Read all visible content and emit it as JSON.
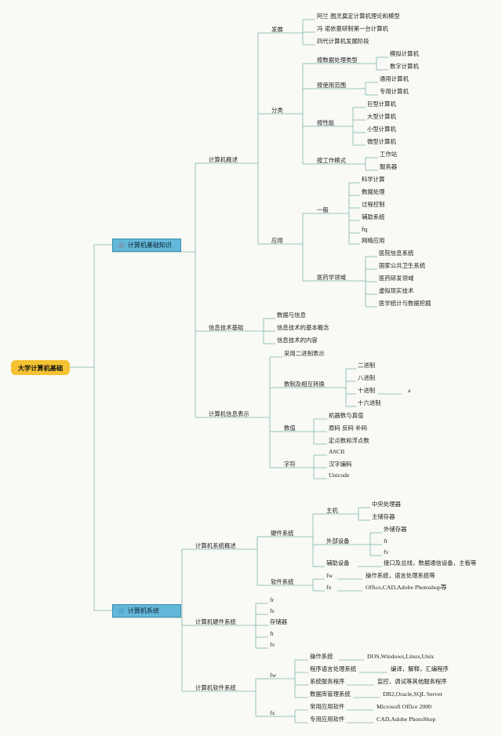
{
  "root": "大学计算机基础",
  "colors": {
    "line": "#7fb5ad",
    "root_fill": "#f4c232",
    "main_fill": "#63b7d8",
    "star_first": "#c93a3a",
    "star_second": "#2a5c9e"
  },
  "icons": {
    "main_node_icon": "star-icon"
  },
  "main1": {
    "label": "计算机基础知识",
    "c1": {
      "label": "计算机概述",
      "fazhan": {
        "label": "发展",
        "items": [
          "阿兰 图灵奠定计算机理论和模型",
          "冯 诺依曼研制第一台计算机",
          "四代计算机发展阶段"
        ]
      },
      "fenlei": {
        "label": "分类",
        "g1": {
          "label": "按数据处理类型",
          "items": [
            "模拟计算机",
            "数字计算机"
          ]
        },
        "g2": {
          "label": "按使用范围",
          "items": [
            "通用计算机",
            "专用计算机"
          ]
        },
        "g3": {
          "label": "按性能",
          "items": [
            "巨型计算机",
            "大型计算机",
            "小型计算机",
            "微型计算机"
          ]
        },
        "g4": {
          "label": "按工作模式",
          "items": [
            "工作站",
            "服务器"
          ]
        }
      },
      "yingyong": {
        "label": "应用",
        "g1": {
          "label": "一般",
          "items": [
            "科学计算",
            "数据处理",
            "过程控制",
            "辅助系统",
            "fq",
            "网络应用"
          ]
        },
        "g2": {
          "label": "医药学领域",
          "items": [
            "医院信息系统",
            "国家公共卫生系统",
            "医药研发领域",
            "虚拟现实技术",
            "医学统计与数据挖掘"
          ]
        }
      }
    },
    "c2": {
      "label": "信息技术基础",
      "items": [
        "数据与信息",
        "信息技术的基本概念",
        "信息技术的内容"
      ]
    },
    "c3": {
      "label": "计算机信息表示",
      "erjinzhi": "采用二进制表示",
      "zhuanhuan": {
        "label": "数制及相互转换",
        "items": [
          "二进制",
          "八进制",
          "十进制",
          "十六进制"
        ],
        "extra": "a"
      },
      "shuzhi": {
        "label": "数值",
        "items": [
          "机器数与真值",
          "原码 反码 补码",
          "定点数和浮点数"
        ]
      },
      "zifu": {
        "label": "字符",
        "items": [
          "ASCII",
          "汉字编码",
          "Unicode"
        ]
      }
    }
  },
  "main2": {
    "label": "计算机系统",
    "c1": {
      "label": "计算机系统概述",
      "yingjian": {
        "label": "硬件系统",
        "zhuji": {
          "label": "主机",
          "items": [
            "中央处理器",
            "主储存器"
          ]
        },
        "waibu": {
          "label": "外部设备",
          "items": [
            "外储存器",
            "ft",
            "fv"
          ]
        },
        "fuzhu": {
          "label": "辅助设备",
          "item": "接口及总线，数据通信设备，主板等"
        }
      },
      "ruanjian": {
        "label": "软件系统",
        "fw": {
          "label": "fw",
          "item": "操作系统，语言处理系统等"
        },
        "fx": {
          "label": "fx",
          "item": "Office,CAD,Adobe Photoshop等"
        }
      }
    },
    "c2": {
      "label": "计算机硬件系统",
      "items": [
        "fr",
        "fs",
        "存储器",
        "ft",
        "fv"
      ]
    },
    "c3": {
      "label": "计算机软件系统",
      "fw": {
        "label": "fw",
        "rows": [
          {
            "label": "操作系统",
            "value": "DOS,Windows,Linux,Unix"
          },
          {
            "label": "程序语言处理系统",
            "value": "编译，解释，汇编程序"
          },
          {
            "label": "系统服务程序",
            "value": "监控，调试等其他服务程序"
          },
          {
            "label": "数据库管理系统",
            "value": "DB2,Oracle,SQL Server"
          }
        ]
      },
      "fx": {
        "label": "fx",
        "rows": [
          {
            "label": "常用应用软件",
            "value": "Microsoft Office 2000"
          },
          {
            "label": "专用应用软件",
            "value": "CAD,Adobe PhotoShop"
          }
        ]
      }
    }
  }
}
